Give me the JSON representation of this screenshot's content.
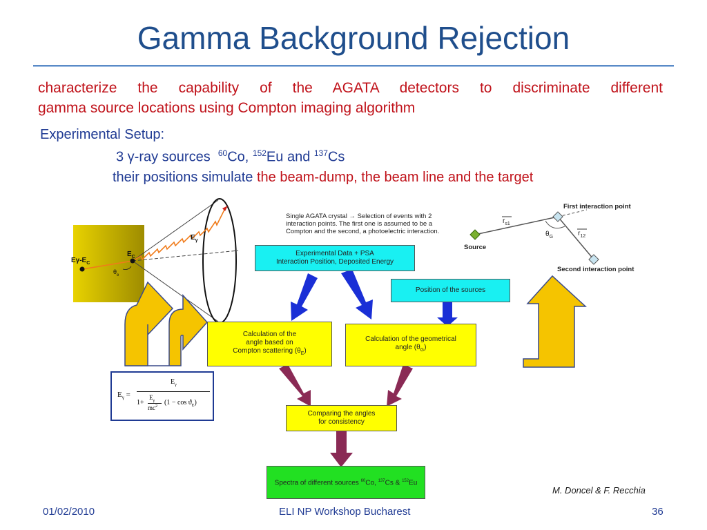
{
  "title": "Gamma Background Rejection",
  "goal": {
    "line1": "characterize the capability of the AGATA detectors to discriminate different",
    "line2": "gamma source locations using Compton imaging algorithm"
  },
  "setup": {
    "heading": "Experimental Setup:",
    "sources_prefix": "3 γ-ray sources",
    "co_mass": "60",
    "co": "Co,",
    "eu_mass": "152",
    "eu": "Eu and",
    "cs_mass": "137",
    "cs": "Cs",
    "positions_prefix": "their positions simulate",
    "positions_highlight": "the beam-dump, the beam line and the target"
  },
  "diagram": {
    "note": "Single AGATA crystal → Selection of events with 2 interaction points. The first one is assumed to be a Compton and the second, a photoelectric interaction.",
    "box_data_l1": "Experimental Data + PSA",
    "box_data_l2": "Interaction Position, Deposited Energy",
    "box_sources": "Position of the sources",
    "box_compton_l1": "Calculation of the",
    "box_compton_l2": "angle based on",
    "box_compton_l3": "Compton scattering (θ",
    "box_compton_sub": "E",
    "box_geom_l1": "Calculation of the geometrical",
    "box_geom_l2": "angle (θ",
    "box_geom_sub": "G",
    "box_compare_l1": "Comparing the angles",
    "box_compare_l2": "for consistency",
    "box_spectra_a": "Spectra of different sources ",
    "box_spectra_co_mass": "60",
    "box_spectra_co": "Co, ",
    "box_spectra_cs_mass": "137",
    "box_spectra_cs": "Cs & ",
    "box_spectra_eu_mass": "152",
    "box_spectra_eu": "Eu",
    "geo_first": "First interaction point",
    "geo_second": "Second interaction point",
    "geo_source": "Source",
    "geo_rs1": "r",
    "geo_rs1_sub": "s1",
    "geo_r12": "r",
    "geo_r12_sub": "12",
    "geo_theta": "θ",
    "geo_theta_sub": "G",
    "cone_label_left": "Eγ-E",
    "cone_label_left_sub": "C",
    "cone_ec": "E",
    "cone_ec_sub": "C",
    "cone_eg": "E",
    "cone_eg_sub": "γ",
    "cone_theta": "θ",
    "cone_theta_sub": "e",
    "formula_lhs": "E",
    "formula_lhs_sub": "γ",
    "formula_num": "E",
    "formula_num_sub": "γ",
    "formula_one": "1+",
    "formula_frac_num": "E",
    "formula_frac_num_sub": "γ",
    "formula_frac_den": "mc",
    "formula_frac_den_sup": "2",
    "formula_tail": "(1 − cos ϑ",
    "formula_tail_sub": "E",
    "formula_close": ")"
  },
  "footer": {
    "date": "01/02/2010",
    "event": "ELI NP Workshop Bucharest",
    "page": "36"
  },
  "author": "M. Doncel & F. Recchia",
  "colors": {
    "title": "#1f4e8c",
    "red_text": "#c0121a",
    "blue_text": "#1f3a93",
    "cyan_box": "#19f0f2",
    "yellow_box": "#ffff00",
    "green_box": "#22e022",
    "blue_arrow": "#1a2fd6",
    "purple_arrow": "#8a2a55",
    "gold_arrow": "#f5c400"
  }
}
